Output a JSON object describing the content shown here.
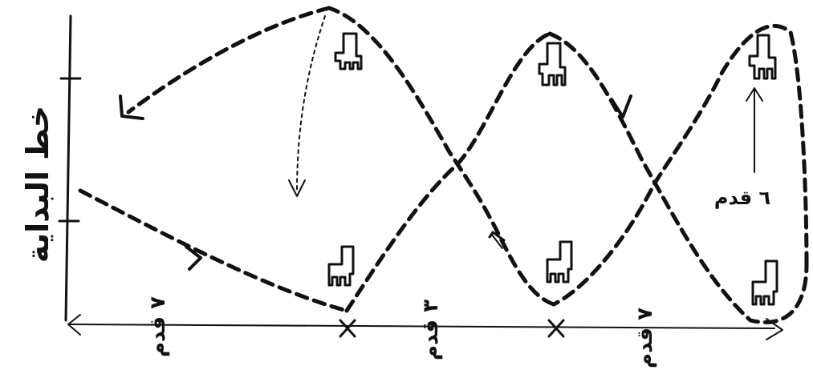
{
  "start_line_label": "خط البداية",
  "segments": [
    {
      "label": "٧ قدم"
    },
    {
      "label": "٣ قدم"
    },
    {
      "label": "٧ قدم"
    }
  ],
  "side_label": "٦ قدم",
  "cross_marks": [
    "x",
    "x"
  ]
}
